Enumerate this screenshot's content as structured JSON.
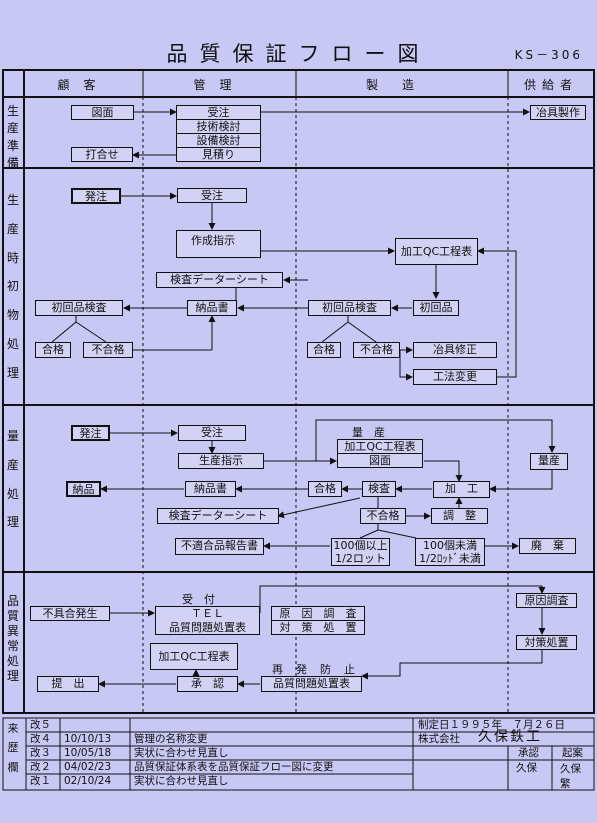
{
  "header": {
    "title": "品質保証フロー図",
    "doc_no": "KS－306"
  },
  "columns": {
    "customer": "顧客",
    "management": "管理",
    "manufacturing": "製造",
    "supplier": "供給者"
  },
  "rows": {
    "prep": "生産準備",
    "initial": "生産時初物処理",
    "mass": "量産処理",
    "abnormal": "品質異常処理"
  },
  "prep": {
    "drawing": "図面",
    "meeting": "打合せ",
    "order": "受注",
    "tech": "技術検討",
    "equip": "設備検討",
    "estimate": "見積り",
    "jig": "冶具製作"
  },
  "initial": {
    "order_c": "発注",
    "order_m": "受注",
    "create": "作成指示",
    "qc": "加工QC工程表",
    "sheet": "検査データーシート",
    "delivery": "納品書",
    "first_c": "初回品検査",
    "first_mfg_insp": "初回品検査",
    "first_item": "初回品",
    "pass_c": "合格",
    "fail_c": "不合格",
    "pass_m": "合格",
    "fail_m": "不合格",
    "jig_fix": "冶具修正",
    "method": "工法変更"
  },
  "mass": {
    "order_c": "発注",
    "order_m": "受注",
    "instr": "生産指示",
    "qty": "量　産",
    "qc": "加工QC工程表",
    "drawing": "図面",
    "supplier_mass": "量産",
    "delivered": "納品",
    "delivery": "納品書",
    "pass": "合格",
    "insp": "検査",
    "process": "加　工",
    "sheet": "検査データーシート",
    "fail": "不合格",
    "adjust": "調　整",
    "nc_report": "不適合品報告書",
    "over1": "100個以上",
    "over2": "1/2ロット",
    "under1": "100個未満",
    "under2": "1/2ﾛｯﾄﾞ未満",
    "scrap": "廃　棄"
  },
  "abnormal": {
    "nc": "不具合発生",
    "recv": "受　付",
    "tel": "ＴＥＬ",
    "form": "品質問題処置表",
    "cause_inv": "原　因　調　査",
    "measure": "対　策　処　置",
    "qc": "加工QC工程表",
    "recur": "再　発　防　止",
    "form2": "品質問題処置表",
    "approve": "承　認",
    "submit": "提　出",
    "sup_cause": "原因調査",
    "sup_measure": "対策処置"
  },
  "history": {
    "label": "来歴欄",
    "entries": [
      {
        "rev": "改５",
        "date": "",
        "note": ""
      },
      {
        "rev": "改４",
        "date": "10/10/13",
        "note": "管理の名称変更"
      },
      {
        "rev": "改３",
        "date": "10/05/18",
        "note": "実状に合わせ見直し"
      },
      {
        "rev": "改２",
        "date": "04/02/23",
        "note": "品質保証体系表を品質保証フロー図に変更"
      },
      {
        "rev": "改１",
        "date": "02/10/24",
        "note": "実状に合わせ見直し"
      }
    ],
    "established": "制定日１９９５年　７月２６日",
    "company": "株式会社",
    "company_name": "久保鉄工",
    "approve_label": "承認",
    "draft_label": "起案",
    "approver": "久保",
    "drafter1": "久保",
    "drafter2": "繁"
  }
}
